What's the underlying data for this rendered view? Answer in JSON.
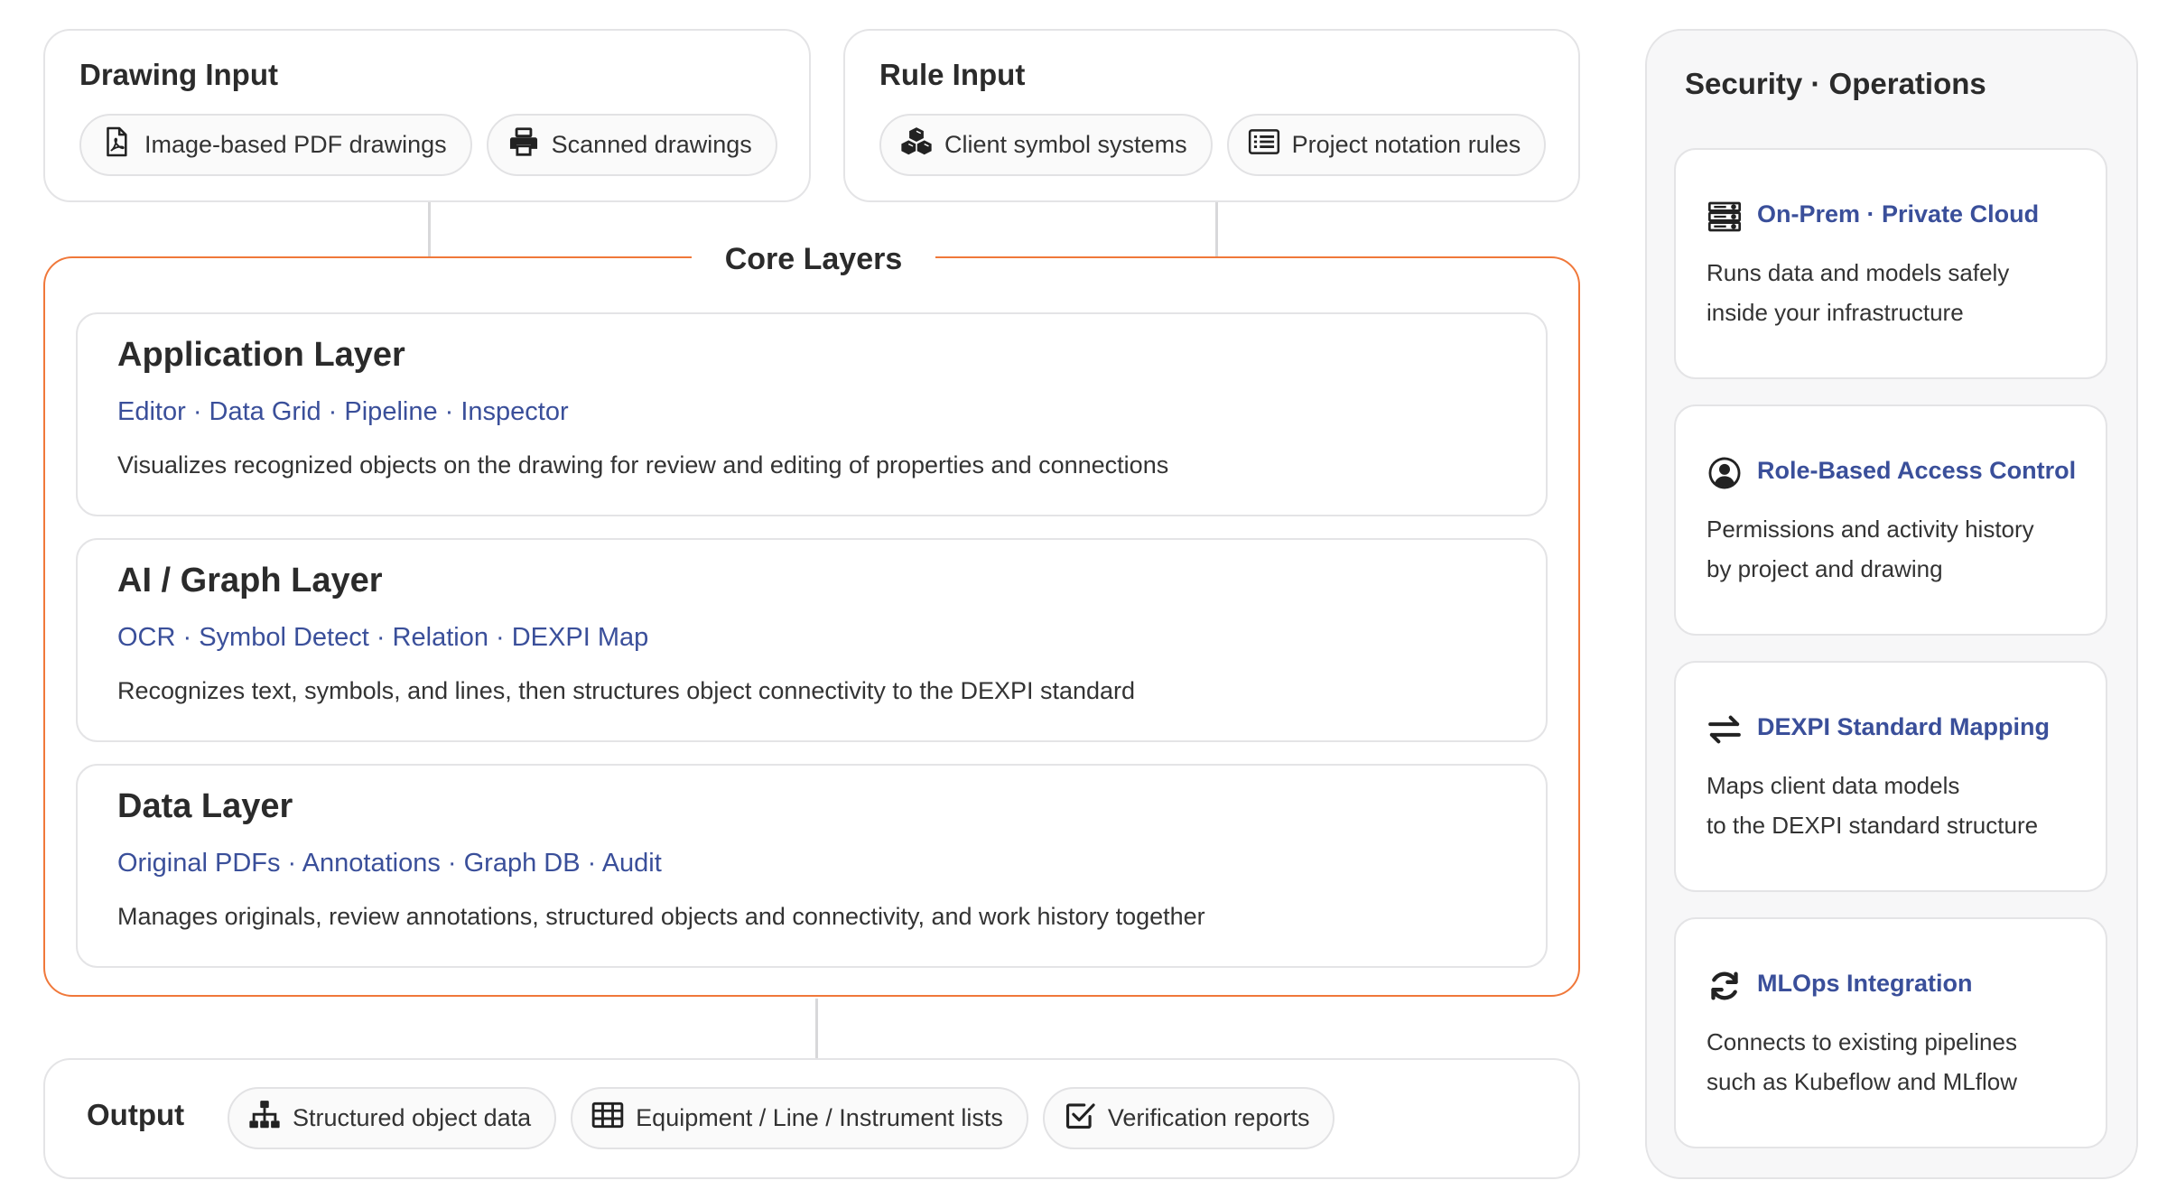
{
  "drawing_input": {
    "title": "Drawing Input",
    "chips": [
      {
        "label": "Image-based PDF drawings",
        "icon": "pdf-file-icon"
      },
      {
        "label": "Scanned drawings",
        "icon": "printer-icon"
      }
    ]
  },
  "rule_input": {
    "title": "Rule Input",
    "chips": [
      {
        "label": "Client symbol systems",
        "icon": "cubes-icon"
      },
      {
        "label": "Project notation rules",
        "icon": "list-icon"
      }
    ]
  },
  "core": {
    "title": "Core Layers",
    "layers": [
      {
        "title": "Application Layer",
        "tags": "Editor · Data Grid · Pipeline · Inspector",
        "description": "Visualizes recognized objects on the drawing for review and editing of properties and connections"
      },
      {
        "title": "AI / Graph Layer",
        "tags": "OCR · Symbol Detect · Relation · DEXPI Map",
        "description": "Recognizes text, symbols, and lines, then structures object connectivity to the DEXPI standard"
      },
      {
        "title": "Data Layer",
        "tags": "Original PDFs · Annotations · Graph DB · Audit",
        "description": "Manages originals, review annotations, structured objects and connectivity, and work history together"
      }
    ]
  },
  "output": {
    "title": "Output",
    "chips": [
      {
        "label": "Structured object data",
        "icon": "hierarchy-icon"
      },
      {
        "label": "Equipment / Line / Instrument lists",
        "icon": "table-icon"
      },
      {
        "label": "Verification reports",
        "icon": "checkbox-icon"
      }
    ]
  },
  "security": {
    "title": "Security · Operations",
    "cards": [
      {
        "title": "On-Prem · Private Cloud",
        "icon": "server-icon",
        "desc_lines": [
          "Runs data and models safely",
          "inside your infrastructure"
        ]
      },
      {
        "title": "Role-Based Access Control",
        "icon": "user-circle-icon",
        "desc_lines": [
          "Permissions and activity history",
          "by project and drawing"
        ]
      },
      {
        "title": "DEXPI Standard Mapping",
        "icon": "exchange-arrows-icon",
        "desc_lines": [
          "Maps client data models",
          "to the DEXPI standard structure"
        ]
      },
      {
        "title": "MLOps Integration",
        "icon": "sync-icon",
        "desc_lines": [
          "Connects to existing pipelines",
          "such as Kubeflow and MLflow"
        ]
      }
    ]
  },
  "colors": {
    "accent_orange": "#f0783a",
    "link_blue": "#3a4f9a",
    "border_gray": "#e4e4e6"
  }
}
